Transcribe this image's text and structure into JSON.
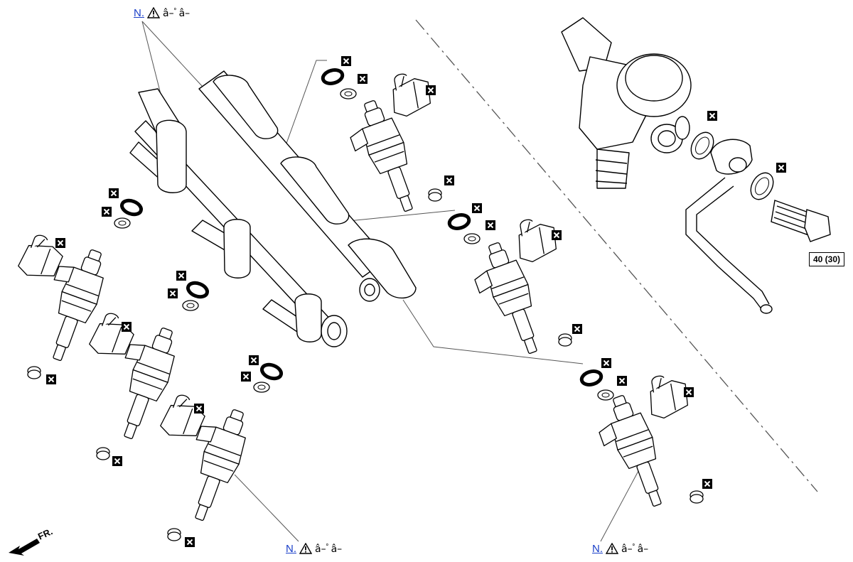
{
  "callouts": [
    {
      "link": "N.",
      "text": "â–ﾟâ–"
    },
    {
      "link": "N.",
      "text": "â–ﾟâ–"
    },
    {
      "link": "N.",
      "text": "â–ﾟâ–"
    }
  ],
  "torque_label": "40 (30)",
  "front_label": "FR.",
  "icons": {
    "non_reusable": "x-box-icon",
    "warning": "warning-triangle-icon",
    "front_arrow": "front-arrow-icon"
  },
  "colors": {
    "line": "#000000",
    "link": "#1a3fc9",
    "leader": "#555555"
  }
}
